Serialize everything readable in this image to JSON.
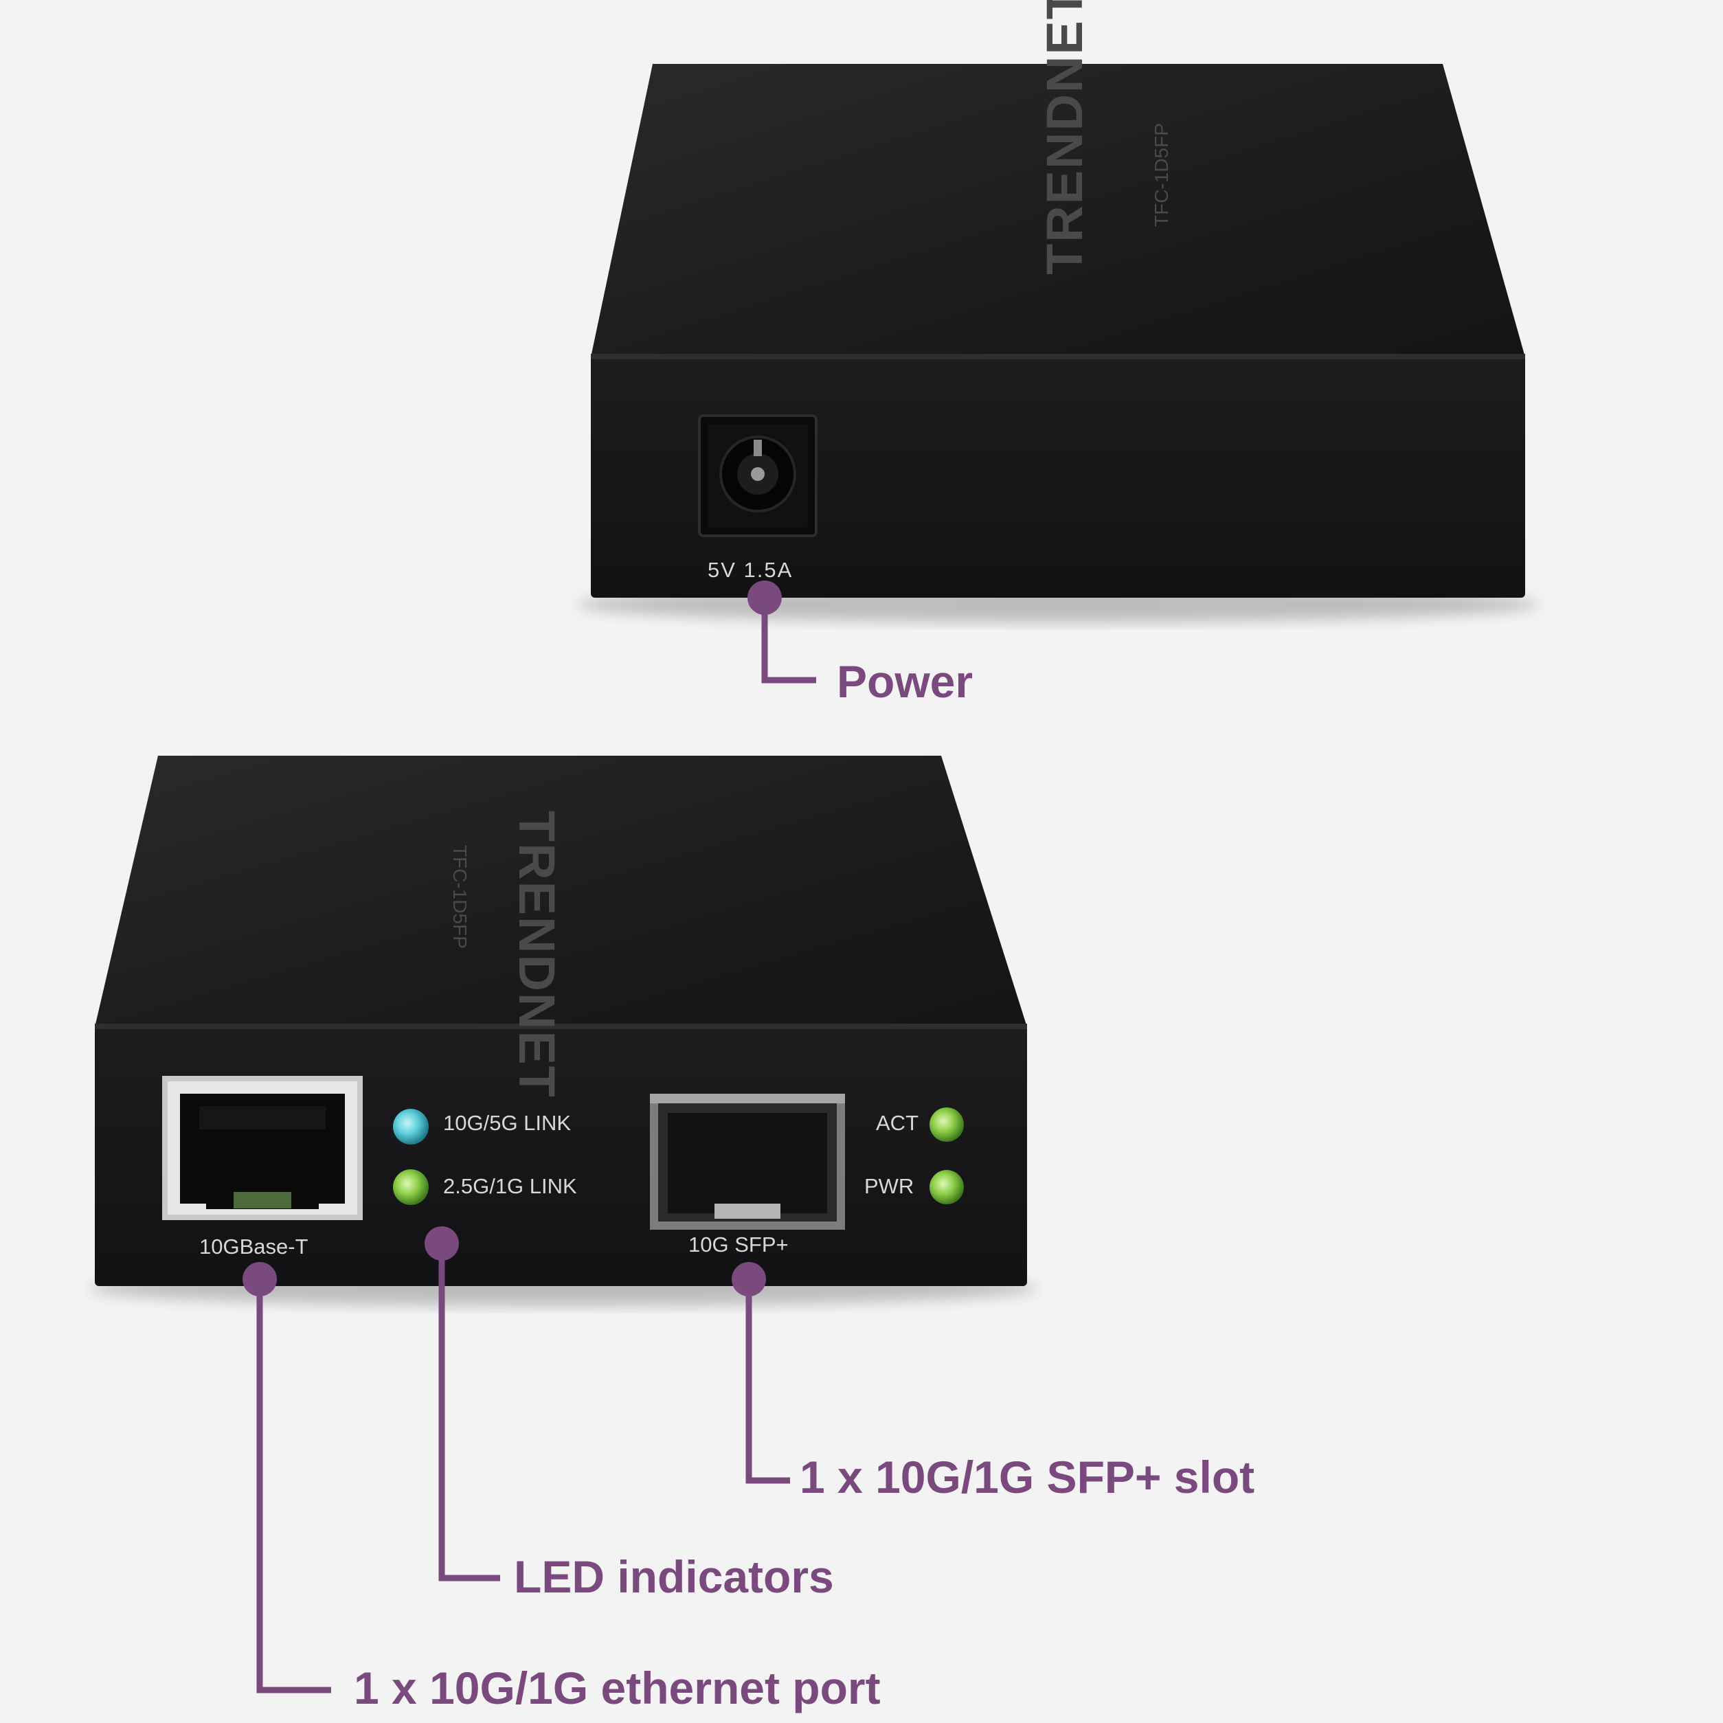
{
  "colors": {
    "background": "#f3f3f4",
    "callout": "#7a4a7e",
    "device_top": "#1c1c1e",
    "device_face": "#18181a",
    "silkscreen": "#d8d8d8",
    "logo": "#4a4a4c",
    "led_blue": "#5fd0dc",
    "led_green": "#8fd04a"
  },
  "top_unit": {
    "brand": "TRENDNET",
    "model": "TFC-1D5FP",
    "power_rating": "5V 1.5A",
    "power_jack_icon": "dc-power-jack-icon"
  },
  "bottom_unit": {
    "brand": "TRENDNET",
    "model": "TFC-1D5FP",
    "rj45_label": "10GBase-T",
    "rj45_icon": "rj45-port-icon",
    "sfp_label": "10G SFP+",
    "sfp_icon": "sfp-cage-icon",
    "leds": {
      "link_10g_5g": "10G/5G LINK",
      "link_2g5_1g": "2.5G/1G LINK",
      "act": "ACT",
      "pwr": "PWR"
    }
  },
  "callouts": {
    "power": "Power",
    "sfp_slot": "1 x 10G/1G SFP+ slot",
    "led_indicators": "LED indicators",
    "ethernet_port": "1 x 10G/1G ethernet port"
  }
}
